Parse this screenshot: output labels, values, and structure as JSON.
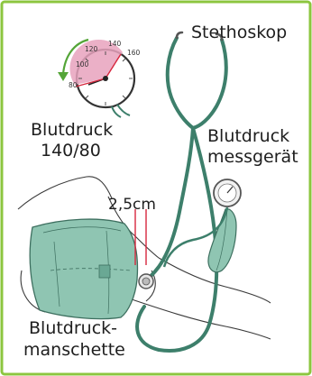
{
  "labels": {
    "stethoskop": "Stethoskop",
    "blutdruck_value_line1": "Blutdruck",
    "blutdruck_value_line2": "140/80",
    "messgeraet_line1": "Blutdruck",
    "messgeraet_line2": "messgerät",
    "distance": "2,5cm",
    "manschette_line1": "Blutdruck-",
    "manschette_line2": "manschette"
  },
  "gauge": {
    "ticks": [
      "80",
      "100",
      "120",
      "140",
      "160"
    ],
    "highlight_range": [
      "80",
      "140"
    ]
  },
  "colors": {
    "frame": "#8cc63f",
    "cuff": "#8fc5b2",
    "tube": "#3d7f6b",
    "gauge_highlight": "#e8a2bd",
    "arrow": "#54a538",
    "marker": "#d7263d"
  }
}
